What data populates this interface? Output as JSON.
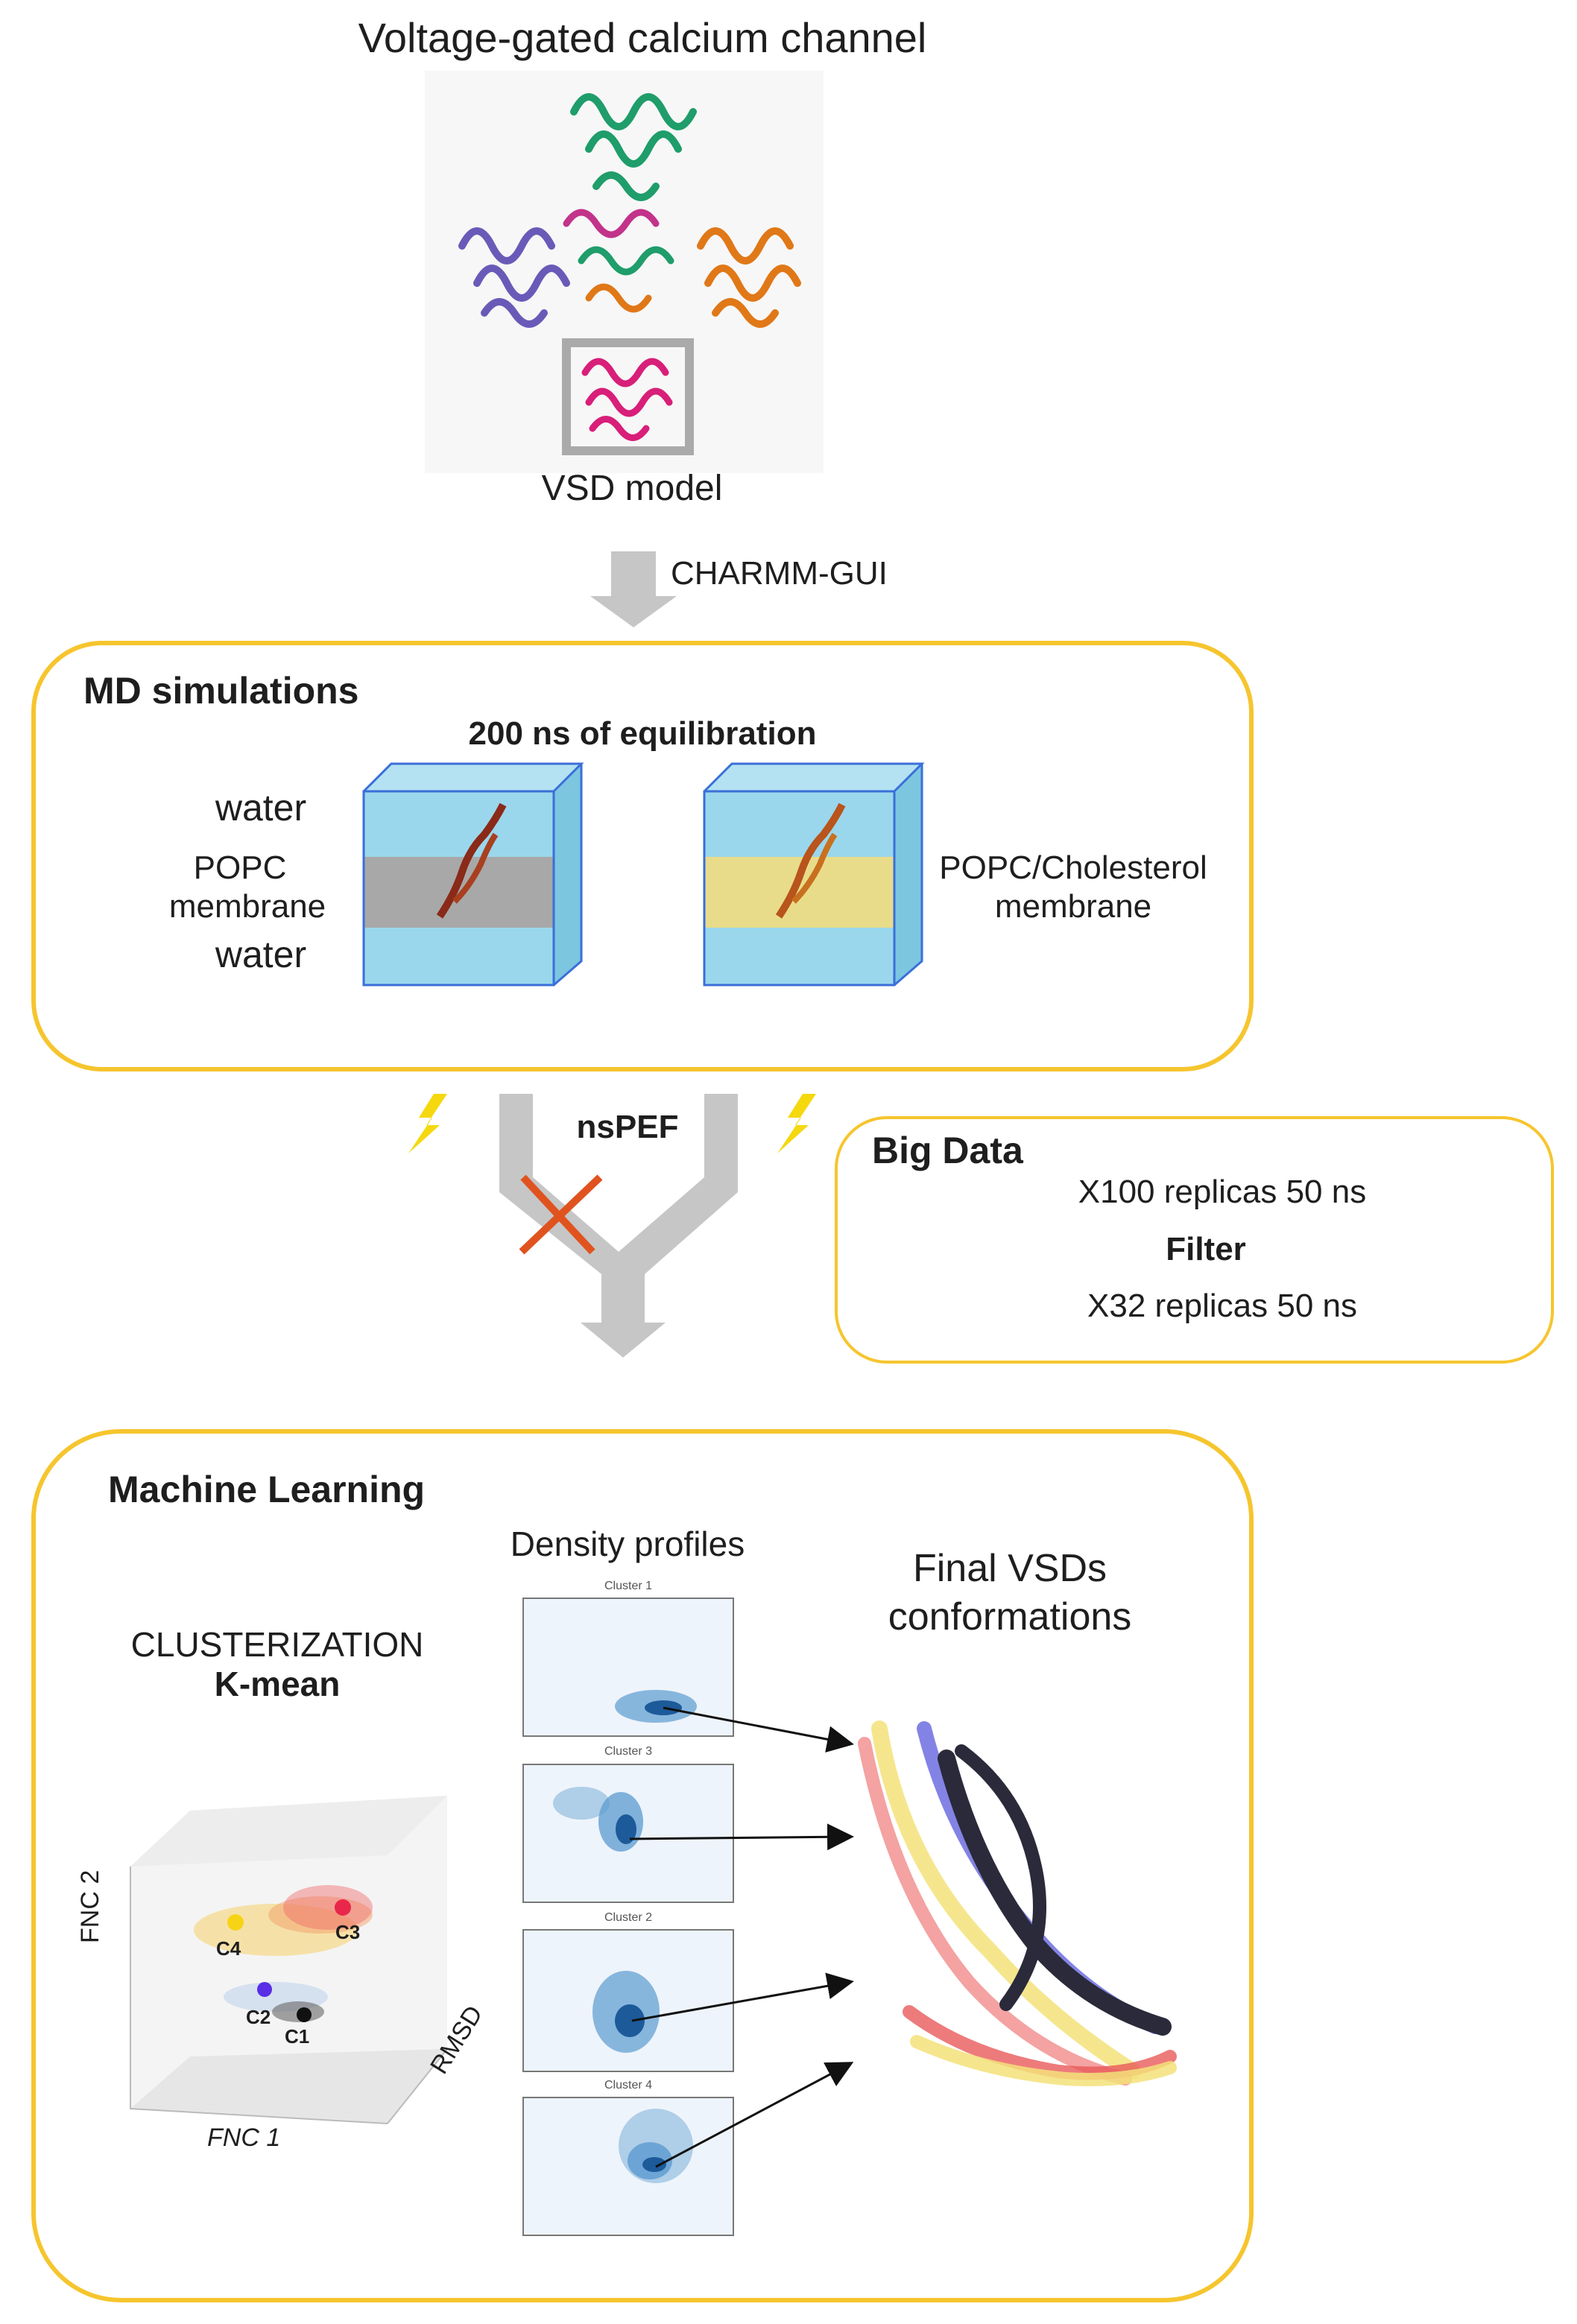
{
  "header": {
    "title": "Voltage-gated calcium channel",
    "vsd_label": "VSD model"
  },
  "arrow1_label": "CHARMM-GUI",
  "md": {
    "title": "MD simulations",
    "equilibration": "200 ns of equilibration",
    "water_top": "water",
    "popc": "POPC",
    "membrane": "membrane",
    "water_bottom": "water",
    "popc_chol_line1": "POPC/Cholesterol",
    "popc_chol_line2": "membrane"
  },
  "nspef_label": "nsPEF",
  "bigdata": {
    "title": "Big Data",
    "line1": "X100 replicas 50 ns",
    "filter": "Filter",
    "line2": "X32 replicas 50 ns"
  },
  "ml": {
    "title": "Machine Learning",
    "density_title": "Density profiles",
    "final_line1": "Final VSDs",
    "final_line2": "conformations",
    "clusterization": "CLUSTERIZATION",
    "kmean": "K-mean",
    "axis_fnc2": "FNC 2",
    "axis_fnc1": "FNC 1",
    "axis_rmsd": "RMSD",
    "clusters": [
      "C1",
      "C2",
      "C3",
      "C4"
    ],
    "panels": [
      "Cluster 1",
      "Cluster 3",
      "Cluster 2",
      "Cluster 4"
    ]
  },
  "colors": {
    "panel_border": "#f6c52e",
    "arrow_gray": "#c6c6c6",
    "box_blue": "#3a6fd8",
    "water_cyan": "#8fd3ea",
    "c1": "#111111",
    "c2": "#5a2ee6",
    "c3": "#e8274b",
    "c4": "#f7d316"
  }
}
